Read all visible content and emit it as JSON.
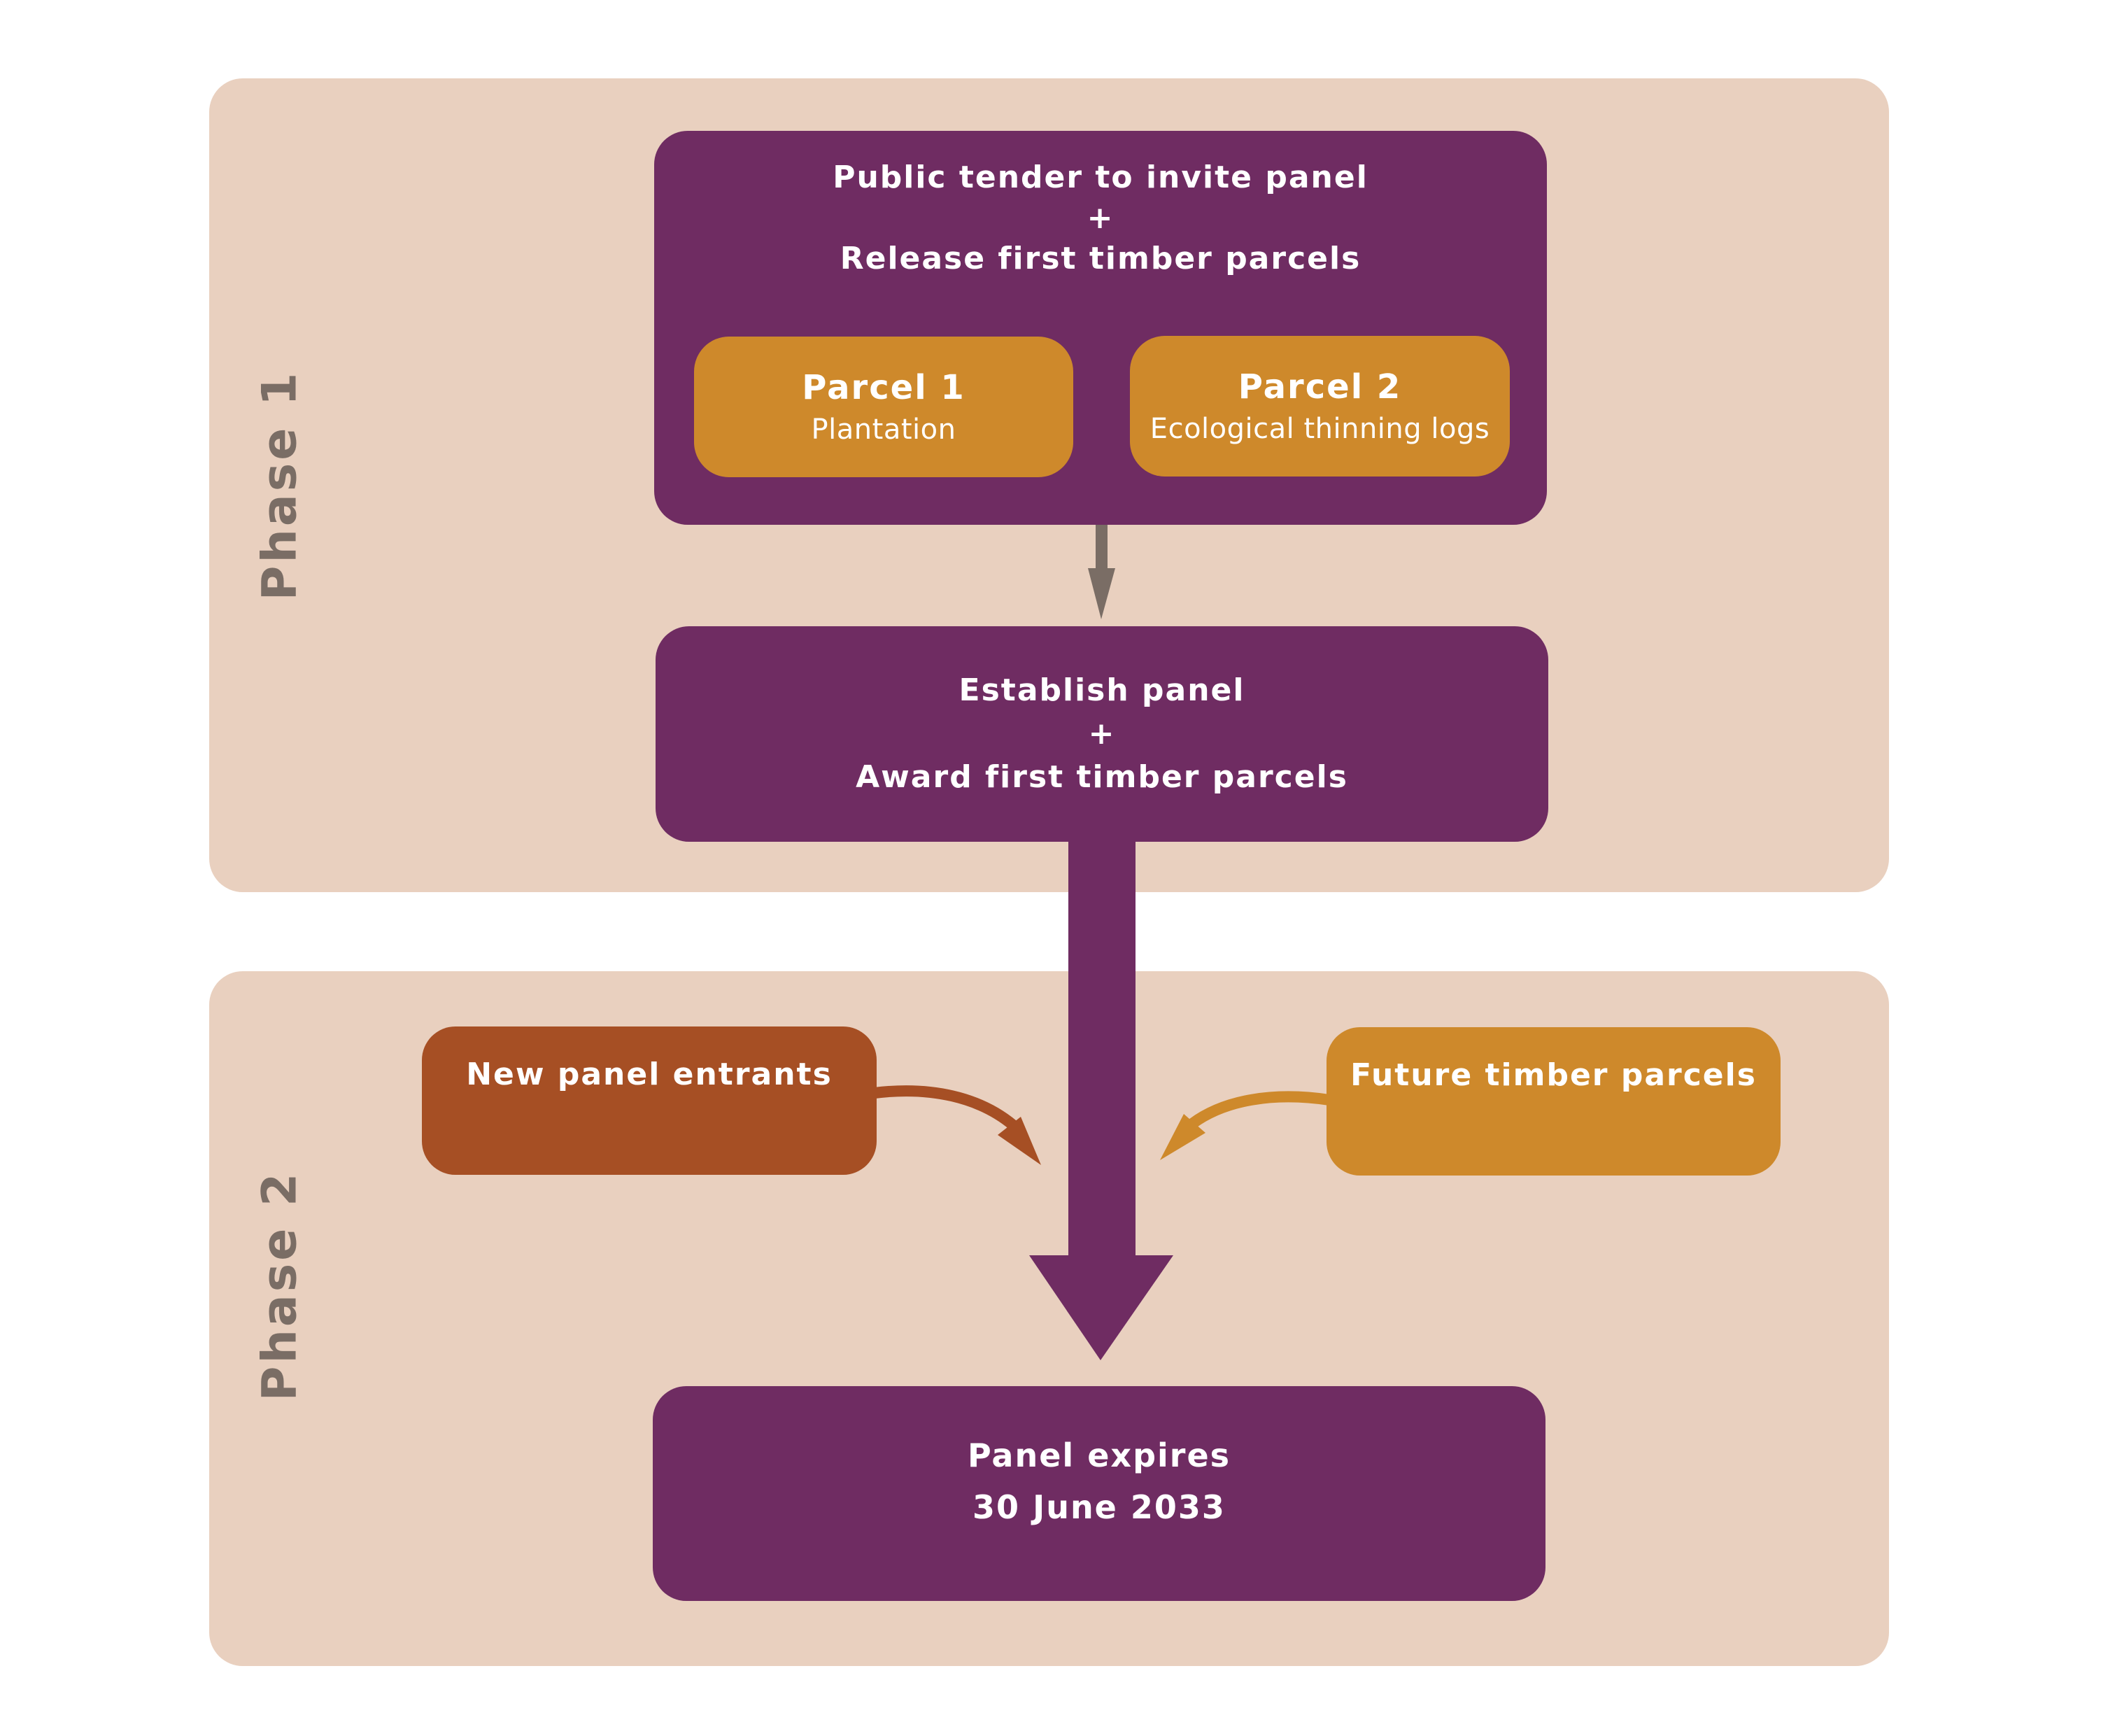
{
  "colors": {
    "phase_background": "#e9d0bf",
    "primary_box": "#6f2c62",
    "parcel_box": "#ce892b",
    "new_entrants_box": "#a64f24",
    "connector_arrow": "#7a6d65",
    "phase_label": "#7a6d65",
    "text": "#ffffff"
  },
  "phases": [
    {
      "label": "Phase 1"
    },
    {
      "label": "Phase 2"
    }
  ],
  "nodes": {
    "public_tender": {
      "lines": [
        "Public tender to invite panel",
        "+",
        "Release first timber parcels"
      ]
    },
    "parcels": [
      {
        "title": "Parcel 1",
        "subtitle": "Plantation"
      },
      {
        "title": "Parcel 2",
        "subtitle": "Ecological thinning logs"
      }
    ],
    "establish_panel": {
      "lines": [
        "Establish panel",
        "+",
        "Award first timber parcels"
      ]
    },
    "new_entrants": {
      "label": "New panel entrants"
    },
    "future_parcels": {
      "label": "Future timber parcels"
    },
    "panel_expires": {
      "lines": [
        "Panel expires",
        "30 June 2033"
      ]
    }
  },
  "edges": [
    {
      "from": "public_tender",
      "to": "establish_panel",
      "style": "thin-grey-arrow"
    },
    {
      "from": "establish_panel",
      "to": "panel_expires",
      "style": "thick-purple-arrow"
    },
    {
      "from": "new_entrants",
      "to": "main-flow",
      "style": "curved-rust-arrow"
    },
    {
      "from": "future_parcels",
      "to": "main-flow",
      "style": "curved-ochre-arrow"
    }
  ]
}
